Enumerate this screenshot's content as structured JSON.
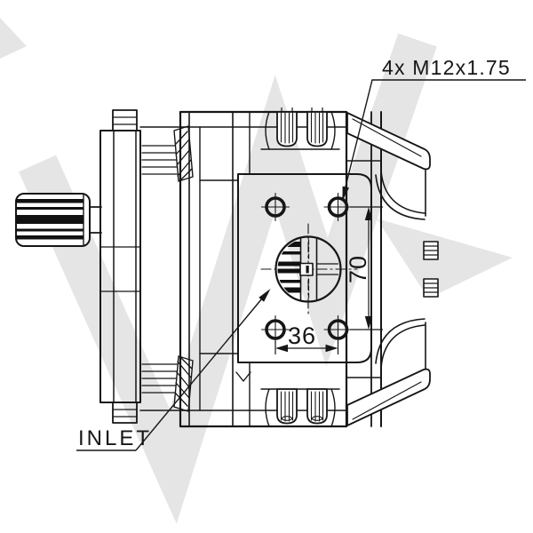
{
  "drawing": {
    "callouts": {
      "bolt_pattern": "4x M12x1.75",
      "inlet": "INLET"
    },
    "dimensions": {
      "vertical_spacing": "70",
      "horizontal_spacing": "36"
    },
    "colors": {
      "line": "#161616",
      "watermark": "#e5e5e5",
      "background": "#ffffff",
      "thread_fill": "#111111"
    }
  }
}
